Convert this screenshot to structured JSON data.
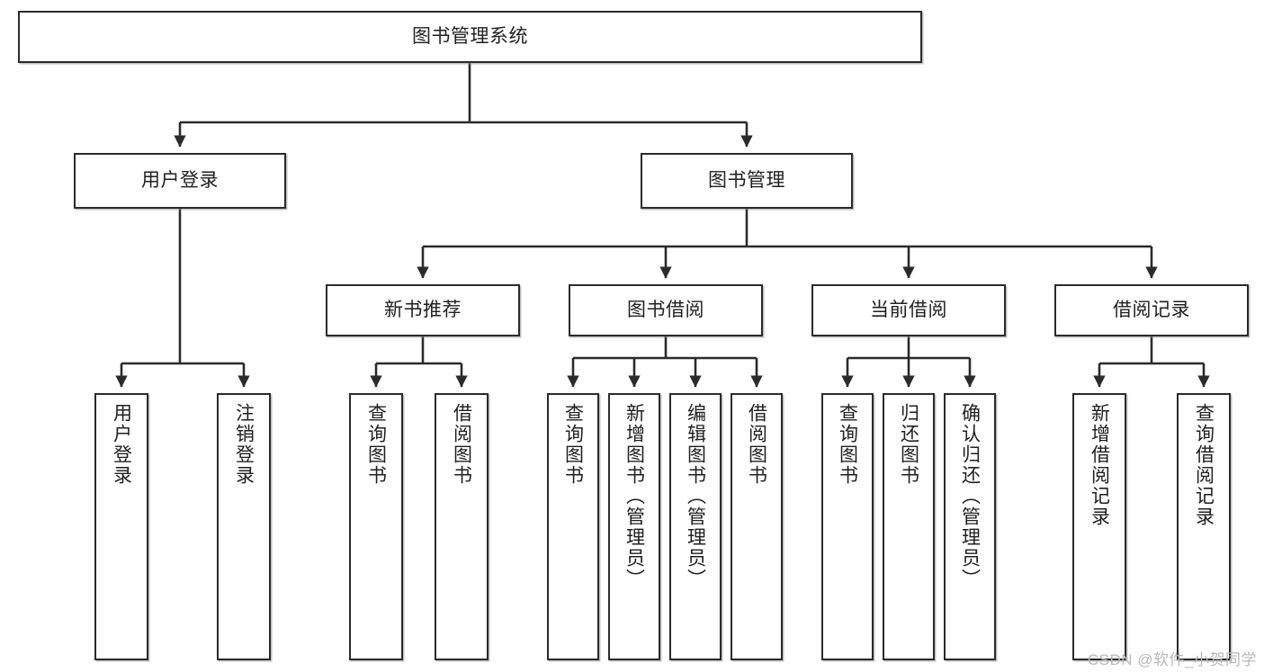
{
  "diagram": {
    "type": "tree",
    "title": "图书管理系统",
    "watermark": "CSDN @软件_小贺同学",
    "colors": {
      "node_border": "#2b2b2b",
      "node_fill": "#ffffff",
      "edge": "#2b2b2b",
      "text": "#1f1f1f",
      "watermark": "#b8b8b8",
      "background": "#ffffff"
    },
    "levels": {
      "root": [
        "图书管理系统"
      ],
      "level2": [
        "用户登录",
        "图书管理"
      ],
      "level3": [
        "新书推荐",
        "图书借阅",
        "当前借阅",
        "借阅记录"
      ],
      "leaves": [
        "用户登录",
        "注销登录",
        "查询图书",
        "借阅图书",
        "查询图书",
        "新增图书（管理员）",
        "编辑图书（管理员）",
        "借阅图书",
        "查询图书",
        "归还图书",
        "确认归还（管理员）",
        "新增借阅记录",
        "查询借阅记录"
      ]
    },
    "nodes": {
      "root": {
        "label": "图书管理系统"
      },
      "user_login": {
        "label": "用户登录"
      },
      "book_manage": {
        "label": "图书管理"
      },
      "new_book_rec": {
        "label": "新书推荐"
      },
      "book_borrow": {
        "label": "图书借阅"
      },
      "current_borrow": {
        "label": "当前借阅"
      },
      "borrow_record": {
        "label": "借阅记录"
      },
      "leaf_user_login": {
        "label": "用户登录"
      },
      "leaf_logout": {
        "label": "注销登录"
      },
      "leaf_query_book_a": {
        "label": "查询图书"
      },
      "leaf_borrow_book_a": {
        "label": "借阅图书"
      },
      "leaf_query_book_b": {
        "label": "查询图书"
      },
      "leaf_add_book": {
        "label": "新增图书（管理员）"
      },
      "leaf_edit_book": {
        "label": "编辑图书（管理员）"
      },
      "leaf_borrow_book_b": {
        "label": "借阅图书"
      },
      "leaf_query_book_c": {
        "label": "查询图书"
      },
      "leaf_return_book": {
        "label": "归还图书"
      },
      "leaf_confirm_return": {
        "label": "确认归还（管理员）"
      },
      "leaf_add_record": {
        "label": "新增借阅记录"
      },
      "leaf_query_record": {
        "label": "查询借阅记录"
      }
    },
    "edges": [
      {
        "from": "图书管理系统",
        "to": "用户登录"
      },
      {
        "from": "图书管理系统",
        "to": "图书管理"
      },
      {
        "from": "用户登录",
        "to": "用户登录"
      },
      {
        "from": "用户登录",
        "to": "注销登录"
      },
      {
        "from": "图书管理",
        "to": "新书推荐"
      },
      {
        "from": "图书管理",
        "to": "图书借阅"
      },
      {
        "from": "图书管理",
        "to": "当前借阅"
      },
      {
        "from": "图书管理",
        "to": "借阅记录"
      },
      {
        "from": "新书推荐",
        "to": "查询图书"
      },
      {
        "from": "新书推荐",
        "to": "借阅图书"
      },
      {
        "from": "图书借阅",
        "to": "查询图书"
      },
      {
        "from": "图书借阅",
        "to": "新增图书（管理员）"
      },
      {
        "from": "图书借阅",
        "to": "编辑图书（管理员）"
      },
      {
        "from": "图书借阅",
        "to": "借阅图书"
      },
      {
        "from": "当前借阅",
        "to": "查询图书"
      },
      {
        "from": "当前借阅",
        "to": "归还图书"
      },
      {
        "from": "当前借阅",
        "to": "确认归还（管理员）"
      },
      {
        "from": "借阅记录",
        "to": "新增借阅记录"
      },
      {
        "from": "借阅记录",
        "to": "查询借阅记录"
      }
    ]
  }
}
